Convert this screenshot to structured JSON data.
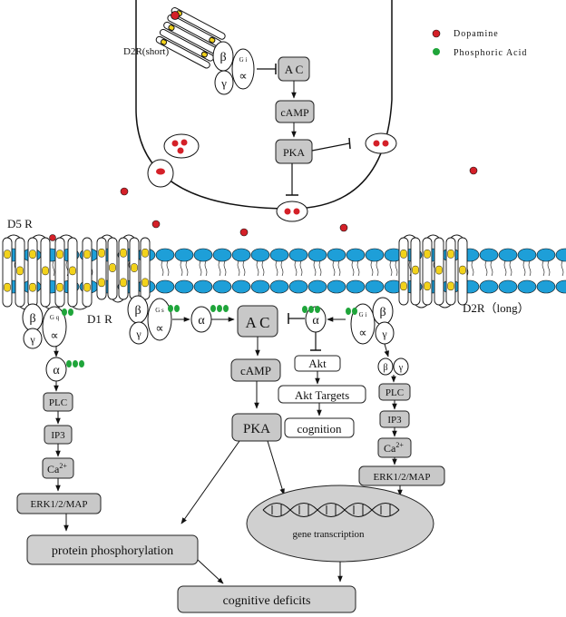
{
  "legend": {
    "dopamine": "Dopamine",
    "phosphoric_acid": "Phosphoric Acid",
    "dopamine_color": "#d42028",
    "phosphoric_color": "#1fa53a"
  },
  "colors": {
    "gray_box": "#c8c8c8",
    "box_stroke": "#222222",
    "lipid_head": "#1e9fd8",
    "helix_yellow": "#f2d21b"
  },
  "presynaptic": {
    "receptor": "D2R(short)",
    "beta": "β",
    "gamma": "γ",
    "gi_label": "G i",
    "alpha": "∝",
    "ac": "A C",
    "camp": "cAMP",
    "pka": "PKA"
  },
  "receptors": {
    "d5r": "D5 R",
    "d1r": "D1 R",
    "d2r_long": "D2R（long）"
  },
  "left_path": {
    "beta": "β",
    "gamma": "γ",
    "gq_label": "G q",
    "alpha_small": "∝",
    "alpha": "α",
    "plc": "PLC",
    "ip3": "IP3",
    "ca": "Ca",
    "ca_sup": "2+",
    "erk": "ERK1/2/MAP"
  },
  "center_path": {
    "beta": "β",
    "gamma": "γ",
    "gs_label": "G s",
    "alpha_small": "∝",
    "alpha": "α",
    "ac": "A C",
    "camp": "cAMP",
    "pka": "PKA"
  },
  "akt_path": {
    "alpha": "α",
    "akt": "Akt",
    "akt_targets": "Akt Targets",
    "cognition": "cognition"
  },
  "right_path": {
    "beta": "β",
    "gamma": "γ",
    "gi_label": "G i",
    "alpha_small": "∝",
    "beta2": "β",
    "gamma2": "γ",
    "plc": "PLC",
    "ip3": "IP3",
    "ca": "Ca",
    "ca_sup": "2+",
    "erk": "ERK1/2/MAP"
  },
  "outputs": {
    "protein": "protein phosphorylation",
    "gene": "gene transcription",
    "deficits": "cognitive deficits"
  }
}
